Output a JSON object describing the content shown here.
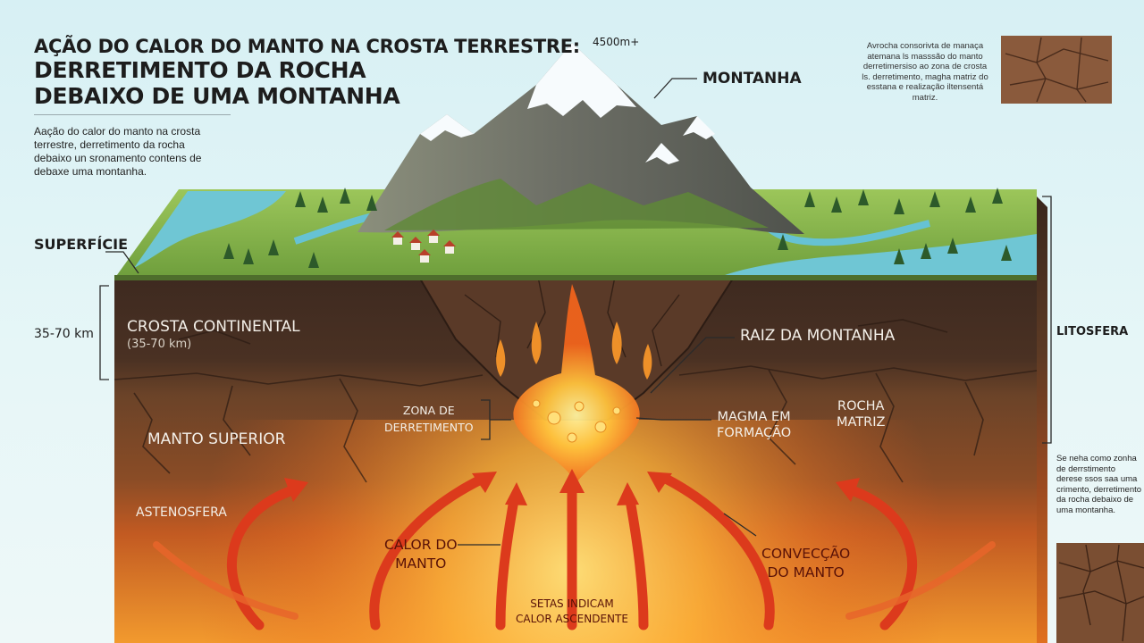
{
  "title": {
    "line1": "AÇÃO DO CALOR DO MANTO NA CROSTA TERRESTRE:",
    "line2": "DERRETIMENTO DA ROCHA",
    "line3": "DEBAIXO DE UMA MONTANHA"
  },
  "intro": "Aação do calor do manto na crosta terrestre, derretimento da rocha debaixo un sronamento contens de debaxe uma montanha.",
  "notes": {
    "top_right": "Avrocha consorivta de manaça atemana ls masssão do manto derretimersiso ao zona de crosta ls. derretimento, magha matriz do esstana e realização iltensentá matriz.",
    "right_side": "Se neha como zonha de derrstimento derese ssos saa uma crimento, derretimento da rocha debaixo de uma montanha."
  },
  "labels": {
    "altitude": "4500m+",
    "mountain": "MONTANHA",
    "surface": "SUPERFÍCIE",
    "thickness": "35-70 km",
    "crust": "CROSTA CONTINENTAL",
    "crust_sub": "(35-70 km)",
    "mountain_root": "RAIZ DA MONTANHA",
    "lithosphere": "LITOSFERA",
    "melt_zone_1": "ZONA DE",
    "melt_zone_2": "DERRETIMENTO",
    "magma_1": "MAGMA EM",
    "magma_2": "FORMAÇÃO",
    "matrix_1": "ROCHA",
    "matrix_2": "MATRIZ",
    "upper_mantle": "MANTO SUPERIOR",
    "asthenosphere": "ASTENOSFERA",
    "heat_1": "CALOR DO",
    "heat_2": "MANTO",
    "convection_1": "CONVECÇÃO",
    "convection_2": "DO MANTO",
    "arrows_1": "SETAS INDICAM",
    "arrows_2": "CALOR ASCENDENTE"
  },
  "colors": {
    "sky": "#dff3f5",
    "water": "#6ec9d6",
    "grass": "#86b44a",
    "forest": "#2f5b2c",
    "snow": "#f7fbfd",
    "crust": "#5a3d2c",
    "mantle": "#8a4a28",
    "asthenosphere": "#e8842a",
    "magma": "#ffb13b",
    "arrow": "#e23b1c"
  }
}
